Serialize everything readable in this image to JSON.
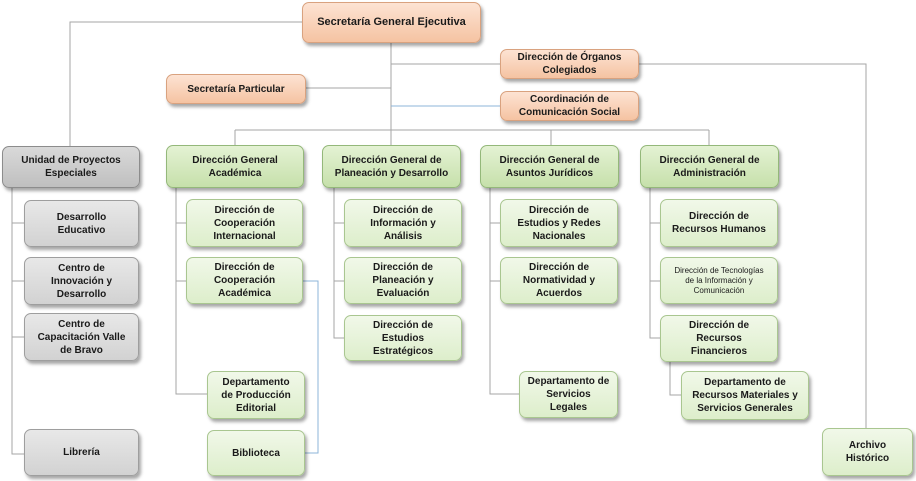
{
  "org_chart": {
    "root": "Secretaría General Ejecutiva",
    "direccion_organos_colegiados": "Dirección de Órganos\nColegiados",
    "secretaria_particular": "Secretaría Particular",
    "coordinacion_comunicacion_social": "Coordinación de\nComunicación Social",
    "unidad_proyectos_especiales": {
      "title": "Unidad de Proyectos\nEspeciales",
      "children": [
        "Desarrollo\nEducativo",
        "Centro de\nInnovación y\nDesarrollo",
        "Centro de\nCapacitación Valle\nde Bravo",
        "Librería"
      ]
    },
    "dg_academica": {
      "title": "Dirección General\nAcadémica",
      "children": [
        "Dirección de\nCooperación\nInternacional",
        "Dirección de\nCooperación\nAcadémica",
        "Departamento\nde Producción\nEditorial",
        "Biblioteca"
      ]
    },
    "dg_planeacion": {
      "title": "Dirección General de\nPlaneación y Desarrollo",
      "children": [
        "Dirección de\nInformación y\nAnálisis",
        "Dirección de\nPlaneación y\nEvaluación",
        "Dirección de\nEstudios\nEstratégicos"
      ]
    },
    "dg_juridicos": {
      "title": "Dirección General de\nAsuntos Jurídicos",
      "children": [
        "Dirección de\nEstudios y Redes\nNacionales",
        "Dirección de\nNormatividad y\nAcuerdos",
        "Departamento de\nServicios\nLegales"
      ]
    },
    "dg_administracion": {
      "title": "Dirección General de\nAdministración",
      "children": [
        "Dirección de\nRecursos Humanos",
        "Dirección de Tecnologías\nde la Información y\nComunicación",
        "Dirección de\nRecursos\nFinancieros",
        "Departamento de\nRecursos Materiales y\nServicios Generales"
      ]
    },
    "archivo_historico": "Archivo\nHistórico"
  }
}
